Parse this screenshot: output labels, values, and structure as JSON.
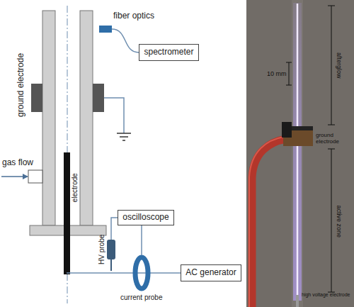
{
  "diagram": {
    "nodes": [
      {
        "text": [
          "fiber optics"
        ]
      },
      {
        "text": [
          "spectrometer"
        ]
      },
      {
        "text": [
          "oscilloscope"
        ]
      },
      {
        "text": [
          "AC generator"
        ]
      }
    ],
    "edges": [
      {
        "from": 0,
        "to": 1,
        "arrow": "none"
      }
    ],
    "labels": [
      "ground electrode",
      "gas flow",
      "electrode",
      "HV probe",
      "current probe",
      "afterglow",
      "10 mm",
      "ground electrode",
      "active zone",
      "high voltage electrode"
    ]
  }
}
